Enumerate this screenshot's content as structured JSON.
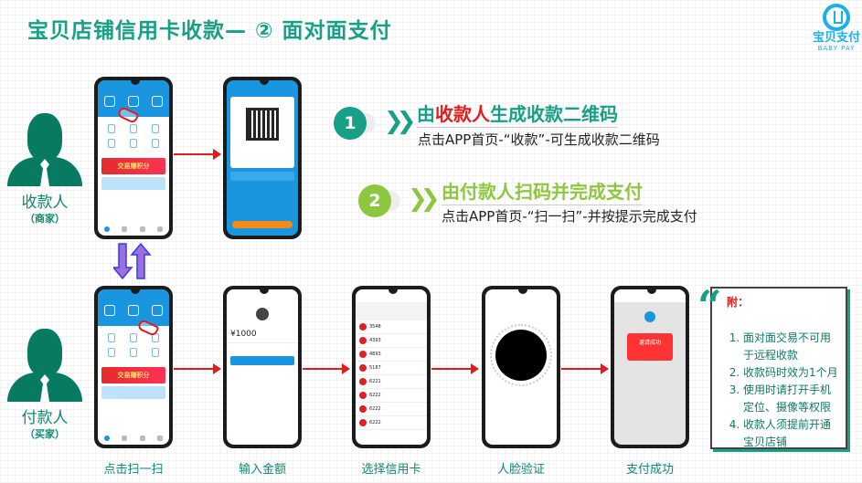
{
  "title": "宝贝店铺信用卡收款— ② 面对面支付",
  "logo": {
    "cn": "宝贝支付",
    "en": "BABY PAY"
  },
  "roles": {
    "payee": "收款人",
    "payee_sub": "（商家）",
    "payer": "付款人",
    "payer_sub": "（买家）"
  },
  "steps": [
    {
      "num": "1",
      "title_pre": "由",
      "title_highlight": "收款人",
      "title_post": "生成收款二维码",
      "desc": "点击APP首页-“收款”-可生成收款二维码",
      "color": "#17a085"
    },
    {
      "num": "2",
      "title": "由付款人扫码并完成支付",
      "desc": "点击APP首页-“扫一扫”-并按提示完成支付",
      "color": "#8dc63f"
    }
  ],
  "captions": [
    "点击扫一扫",
    "输入金额",
    "选择信用卡",
    "人脸验证",
    "支付成功"
  ],
  "screens": {
    "home_banner": "交易赚积分",
    "amount": "¥1000",
    "cards": [
      "3548",
      "4393",
      "4893",
      "5187",
      "6221",
      "6222",
      "6222",
      "6222"
    ],
    "success_banner": "邀请成功"
  },
  "note": {
    "head": "附：",
    "items": [
      "面对面交易不可用于远程收款",
      "收款码时效为1个月",
      "使用时请打开手机定位、摄像等权限",
      "收款人须提前开通宝贝店铺"
    ]
  },
  "colors": {
    "title": "#17a085",
    "highlight": "#e41b1b",
    "accent_blue": "#1a96e0"
  }
}
